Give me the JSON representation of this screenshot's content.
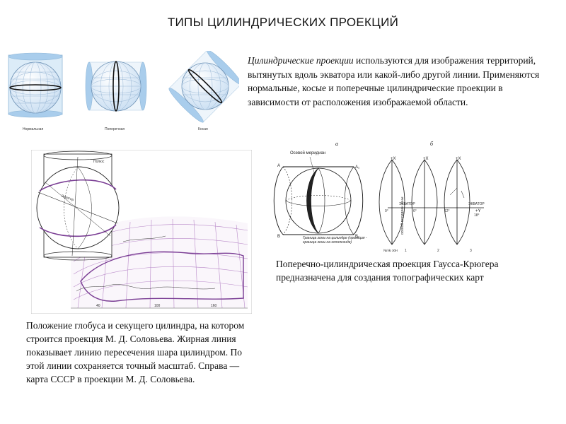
{
  "page": {
    "title": "ТИПЫ ЦИЛИНДРИЧЕСКИХ ПРОЕКЦИЙ"
  },
  "intro": {
    "lead": "Цилиндрические проекции",
    "text": " используются для изображения территорий, вытянутых вдоль экватора или какой-либо другой линии. Применяются нормальные, косые и поперечные цилиндрические проекции в зависимости от расположения изображаемой области."
  },
  "projection_types": {
    "normal": "Нормальная",
    "transverse": "Поперечная",
    "oblique": "Косая"
  },
  "gauss_kruger": {
    "label_a": "а",
    "label_b": "б",
    "axial_meridian": "Осевой меридиан",
    "point_a": "A",
    "point_b": "B",
    "point_a1": "A₁",
    "point_b1": "B₁",
    "boundary_note": "Граница зоны на цилиндре (проекция - граница зоны на эллипсоиде)",
    "plus_x": "+X",
    "plus_y": "+Y",
    "equator": "ЭКВАТОР",
    "axial_meridian_zone": "осевой меридиан зоны",
    "lon_0": "0°",
    "lon_6": "6°",
    "lon_12": "12°",
    "lon_18": "18°",
    "zone_1": "1",
    "zone_2": "2",
    "zone_3": "3",
    "zone_prefix": "№№ зон",
    "caption": "Поперечно-цилиндрическая проекция Гаусса-Крюгера предназначена для создания топографических карт"
  },
  "soloviev": {
    "pole": "Полюс",
    "equator": "Экватор",
    "lon_40": "40",
    "lon_100": "100",
    "lon_160": "160",
    "caption": "Положение глобуса и секущего цилиндра, на котором строится проекция М. Д. Соловьева. Жирная линия показывает линию пересечения шара цилиндром. По этой линии сохраняется точный масштаб. Справа — карта СССР в проекции М. Д. Соловьева."
  }
}
